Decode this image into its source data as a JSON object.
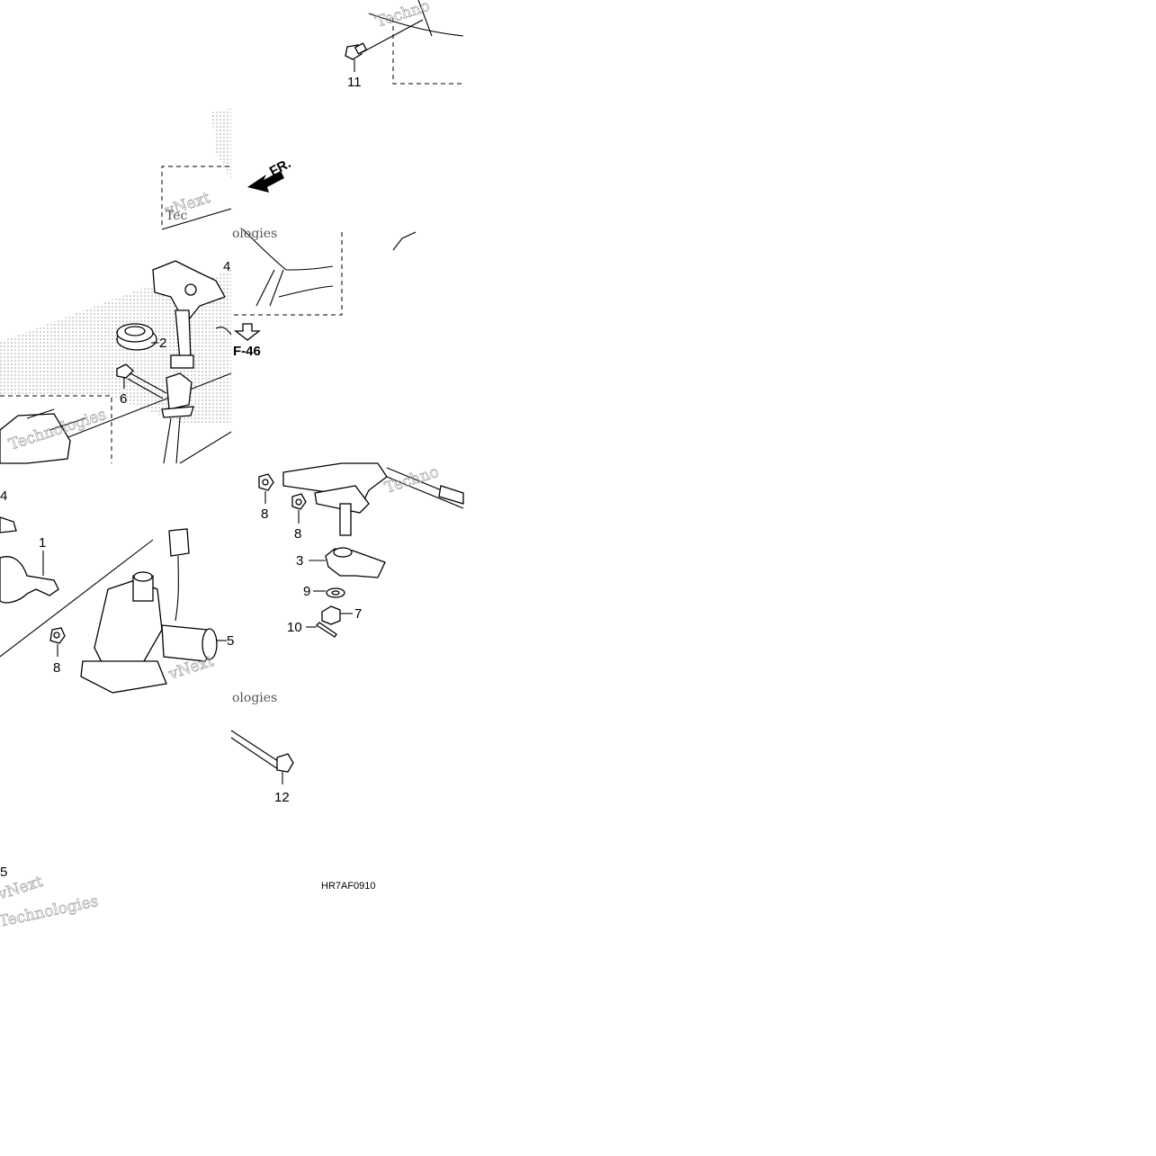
{
  "diagram": {
    "drawing_code": "HR7AF0910",
    "direction_label": "FR.",
    "reference_label": "F-46",
    "edge_label": "5",
    "callouts": {
      "c1": "1",
      "c2": "2",
      "c3": "3",
      "c4_top": "4",
      "c4_left": "4",
      "c5": "5",
      "c6": "6",
      "c7": "7",
      "c8_a": "8",
      "c8_b": "8",
      "c8_c": "8",
      "c9": "9",
      "c10": "10",
      "c11": "11",
      "c12": "12"
    },
    "watermark": {
      "brand": "vNext",
      "word1": "Technologies",
      "word2": "Techno",
      "word3": "Tec",
      "word4": "ologies"
    }
  },
  "colors": {
    "line": "#000000",
    "background": "#ffffff",
    "stipple": "#9a9a9a",
    "watermark": "#9a9a9a"
  }
}
